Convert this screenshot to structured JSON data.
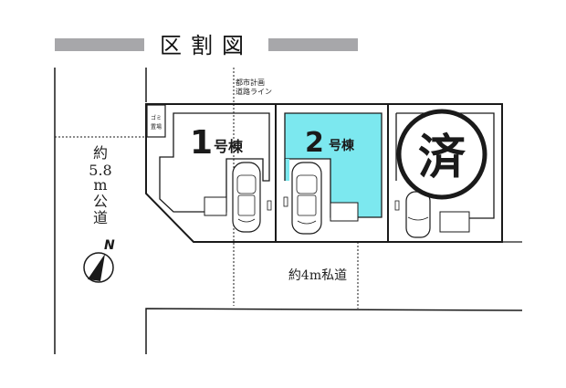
{
  "title": "区割図",
  "colors": {
    "title_bar": "#a7a7aa",
    "lot2_fill": "#7ce8ef",
    "line": "#1a1a1a"
  },
  "labels": {
    "city_plan_line_1": "都市計画",
    "city_plan_line_2": "道路ライン",
    "garbage_1": "ゴミ",
    "garbage_2": "置場",
    "public_road_1": "約",
    "public_road_2": "5.8",
    "public_road_3": "m",
    "public_road_4": "公",
    "public_road_5": "道",
    "private_road": "約4m私道",
    "north": "N"
  },
  "lots": [
    {
      "number": "1",
      "suffix": "号棟",
      "status": ""
    },
    {
      "number": "2",
      "suffix": "号棟",
      "status": ""
    },
    {
      "number": "",
      "suffix": "",
      "status": "済"
    }
  ]
}
